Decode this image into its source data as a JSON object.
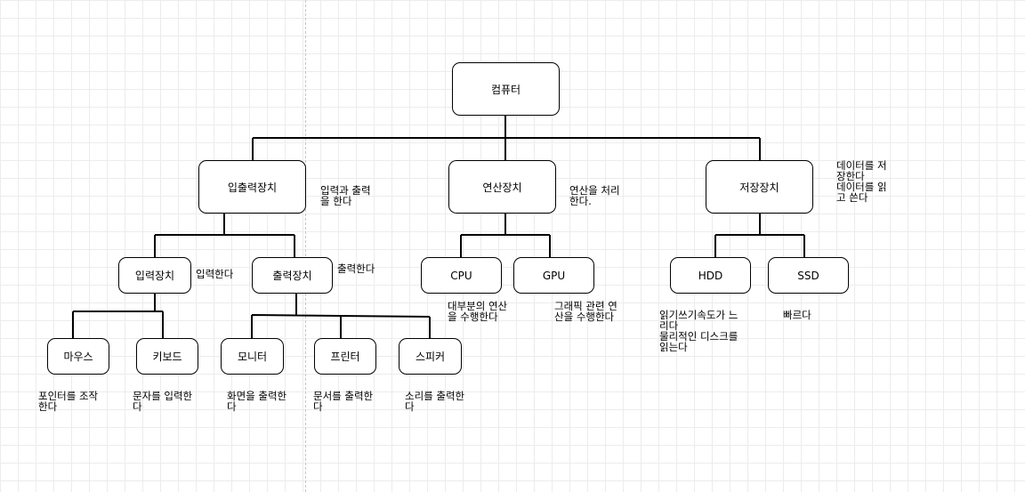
{
  "nodes": {
    "computer": "컴퓨터",
    "io_device": "입출력장치",
    "compute_device": "연산장치",
    "storage_device": "저장장치",
    "input_device": "입력장치",
    "output_device": "출력장치",
    "cpu": "CPU",
    "gpu": "GPU",
    "hdd": "HDD",
    "ssd": "SSD",
    "mouse": "마우스",
    "keyboard": "키보드",
    "monitor": "모니터",
    "printer": "프린터",
    "speaker": "스피커"
  },
  "notes": {
    "io_device": "입력과 출력\n을 한다",
    "compute_device": "연산을 처리\n한다.",
    "storage_device": "데이터를 저\n장한다\n데이터를 읽\n고 쓴다",
    "input_device": "입력한다",
    "output_device": "출력한다",
    "cpu": "대부분의 연산\n을 수행한다",
    "gpu": "그래픽 관련 연\n산을 수행한다",
    "hdd": "읽기쓰기속도가 느\n리다\n물리적인 디스크를\n읽는다",
    "ssd": "빠르다",
    "mouse": "포인터를 조작\n한다",
    "keyboard": "문자를 입력한\n다",
    "monitor": "화면을 출력한\n다",
    "printer": "문서를 출력한\n다",
    "speaker": "소리를 출력한\n다"
  }
}
